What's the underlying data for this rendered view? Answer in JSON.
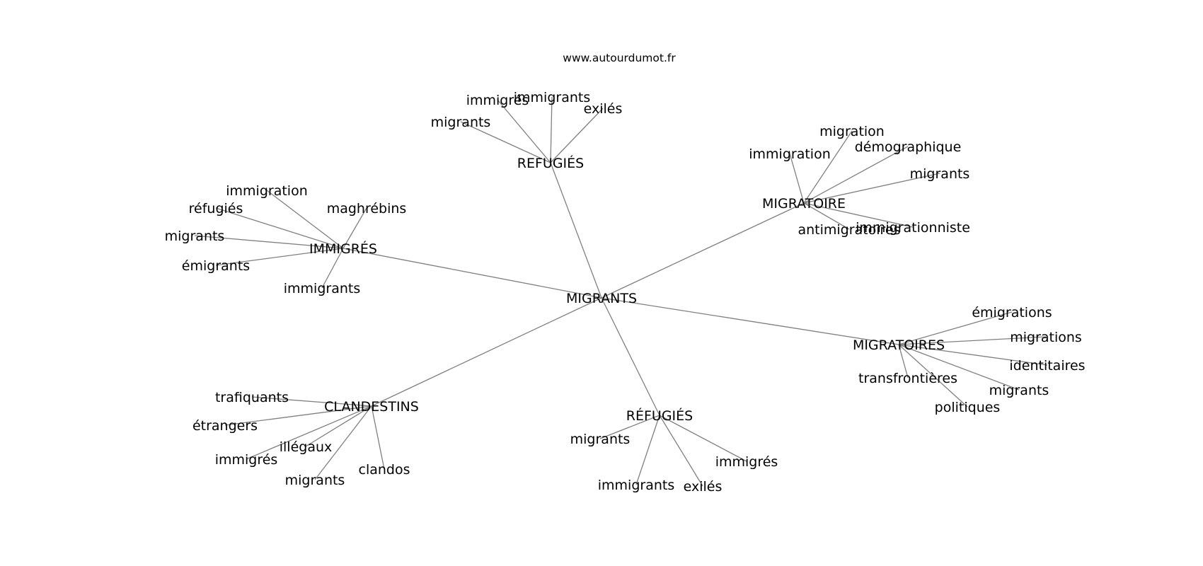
{
  "source": "www.autourdumot.fr",
  "root": "MIGRANTS",
  "clusters": [
    {
      "label": "REFUGIÉS",
      "words": [
        "immigrants",
        "immigrés",
        "exilés",
        "migrants"
      ]
    },
    {
      "label": "MIGRATOIRE",
      "words": [
        "migration",
        "immigration",
        "démographique",
        "migrants",
        "antimigratoires",
        "immigrationniste"
      ]
    },
    {
      "label": "IMMIGRÉS",
      "words": [
        "immigration",
        "réfugiés",
        "maghrébins",
        "migrants",
        "émigrants",
        "immigrants"
      ]
    },
    {
      "label": "MIGRATOIRES",
      "words": [
        "émigrations",
        "migrations",
        "identitaires",
        "transfrontières",
        "migrants",
        "politiques"
      ]
    },
    {
      "label": "CLANDESTINS",
      "words": [
        "trafiquants",
        "étrangers",
        "illégaux",
        "immigrés",
        "migrants",
        "clandos"
      ]
    },
    {
      "label": "RÉFUGIÉS",
      "words": [
        "migrants",
        "immigrés",
        "immigrants",
        "exilés"
      ]
    }
  ]
}
